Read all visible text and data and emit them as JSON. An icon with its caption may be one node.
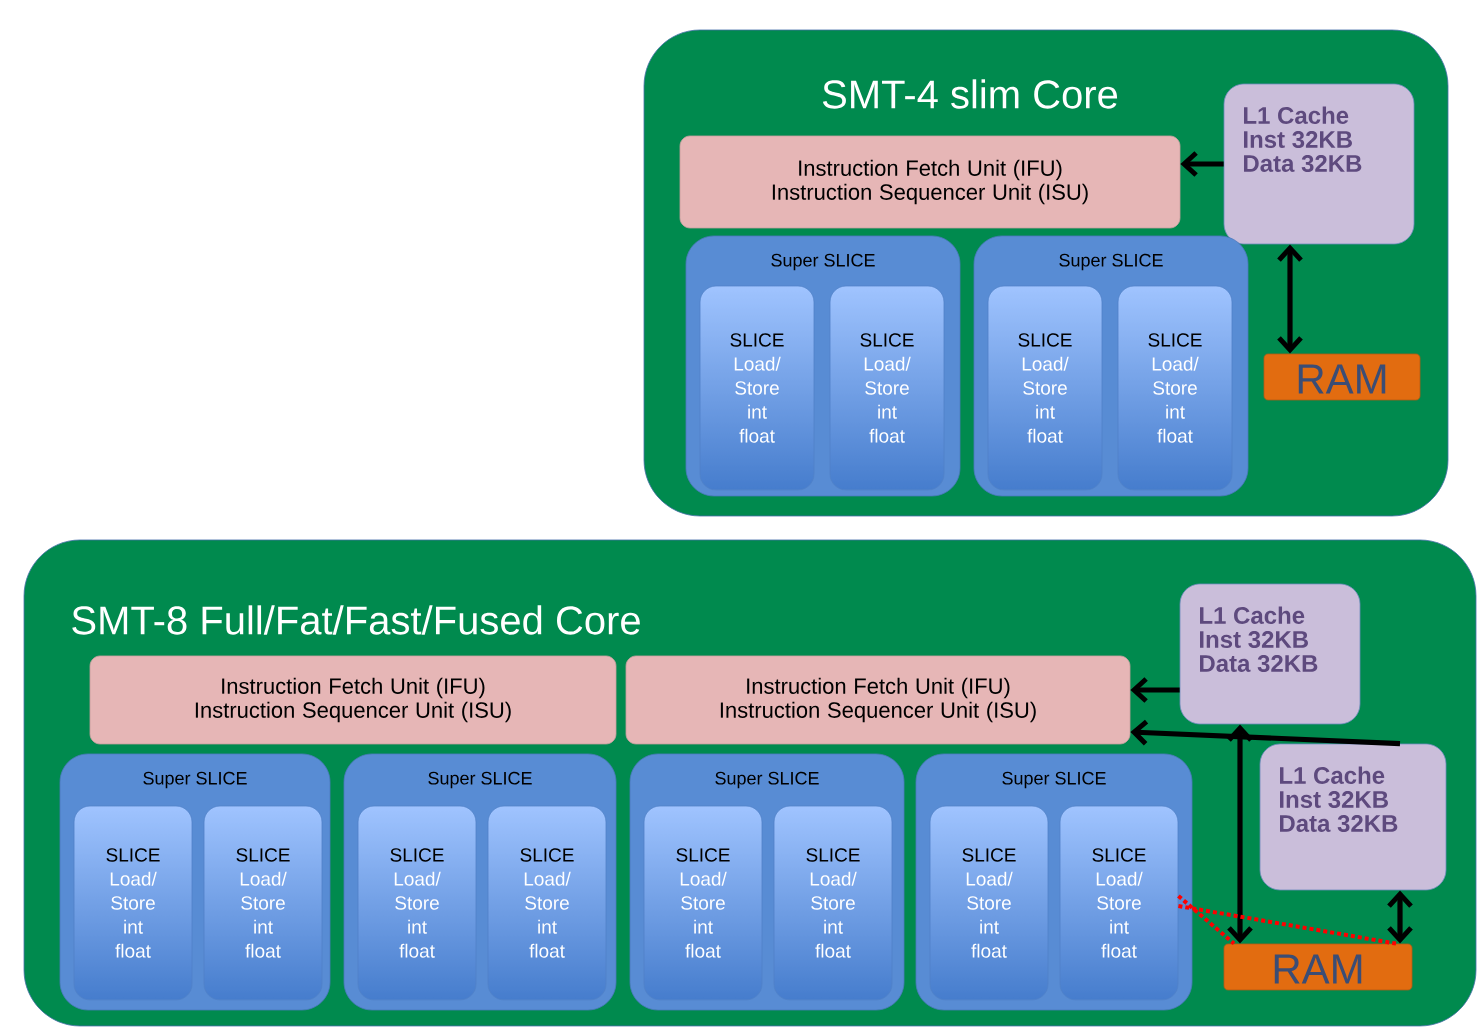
{
  "diagram": {
    "nodes": [
      {
        "text": [
          "SMT-4 slim Core"
        ]
      },
      {
        "text": [
          "Instruction Fetch Unit (IFU) Instruction Sequencer Unit (ISU)"
        ],
        "in": 0
      },
      {
        "text": [
          "L1 Cache Inst 32KB Data 32KB"
        ],
        "in": 0
      },
      {
        "text": [
          "Super SLICE"
        ],
        "in": 0
      },
      {
        "text": [
          "SLICE",
          "Load/ Store int float"
        ],
        "in": 3
      },
      {
        "text": [
          "SLICE",
          "Load/ Store int float"
        ],
        "in": 3
      },
      {
        "text": [
          "Super SLICE"
        ],
        "in": 0
      },
      {
        "text": [
          "SLICE",
          "Load/ Store int float"
        ],
        "in": 6
      },
      {
        "text": [
          "SLICE",
          "Load/ Store int float"
        ],
        "in": 6
      },
      {
        "text": [
          "RAM"
        ],
        "in": 0
      },
      {
        "text": [
          "SMT-8 Full/Fat/Fast/Fused Core"
        ]
      },
      {
        "text": [
          "Instruction Fetch Unit (IFU) Instruction Sequencer Unit (ISU)"
        ],
        "in": 10
      },
      {
        "text": [
          "Instruction Fetch Unit (IFU) Instruction Sequencer Unit (ISU)"
        ],
        "in": 10
      },
      {
        "text": [
          "L1 Cache Inst 32KB Data 32KB"
        ],
        "in": 10
      },
      {
        "text": [
          "L1 Cache Inst 32KB Data 32KB"
        ],
        "in": 10
      },
      {
        "text": [
          "Super SLICE"
        ],
        "in": 10
      },
      {
        "text": [
          "SLICE",
          "Load/ Store int float"
        ],
        "in": 15
      },
      {
        "text": [
          "SLICE",
          "Load/ Store int float"
        ],
        "in": 15
      },
      {
        "text": [
          "Super SLICE"
        ],
        "in": 10
      },
      {
        "text": [
          "SLICE",
          "Load/ Store int float"
        ],
        "in": 18
      },
      {
        "text": [
          "SLICE",
          "Load/ Store int float"
        ],
        "in": 18
      },
      {
        "text": [
          "Super SLICE"
        ],
        "in": 10
      },
      {
        "text": [
          "SLICE",
          "Load/ Store int float"
        ],
        "in": 21
      },
      {
        "text": [
          "SLICE",
          "Load/ Store int float"
        ],
        "in": 21
      },
      {
        "text": [
          "Super SLICE"
        ],
        "in": 10
      },
      {
        "text": [
          "SLICE",
          "Load/ Store int float"
        ],
        "in": 24
      },
      {
        "text": [
          "SLICE",
          "Load/ Store int float"
        ],
        "in": 24
      },
      {
        "text": [
          "RAM"
        ],
        "in": 10
      }
    ],
    "edges": [
      {
        "from": 2,
        "to": 1,
        "arrow": "to"
      },
      {
        "from": 2,
        "to": 9,
        "arrow": "both"
      },
      {
        "from": 13,
        "to": 12,
        "arrow": "to"
      },
      {
        "from": 14,
        "to": 12,
        "arrow": "to"
      },
      {
        "from": 13,
        "to": 27,
        "arrow": "both"
      },
      {
        "from": 14,
        "to": 27,
        "arrow": "both"
      },
      {
        "from": 26,
        "to": 27,
        "arrow": "none",
        "style": "dashed",
        "color": "#ff0000"
      },
      {
        "from": 26,
        "to": 27,
        "arrow": "none",
        "style": "dashed",
        "color": "#ff0000"
      }
    ]
  }
}
